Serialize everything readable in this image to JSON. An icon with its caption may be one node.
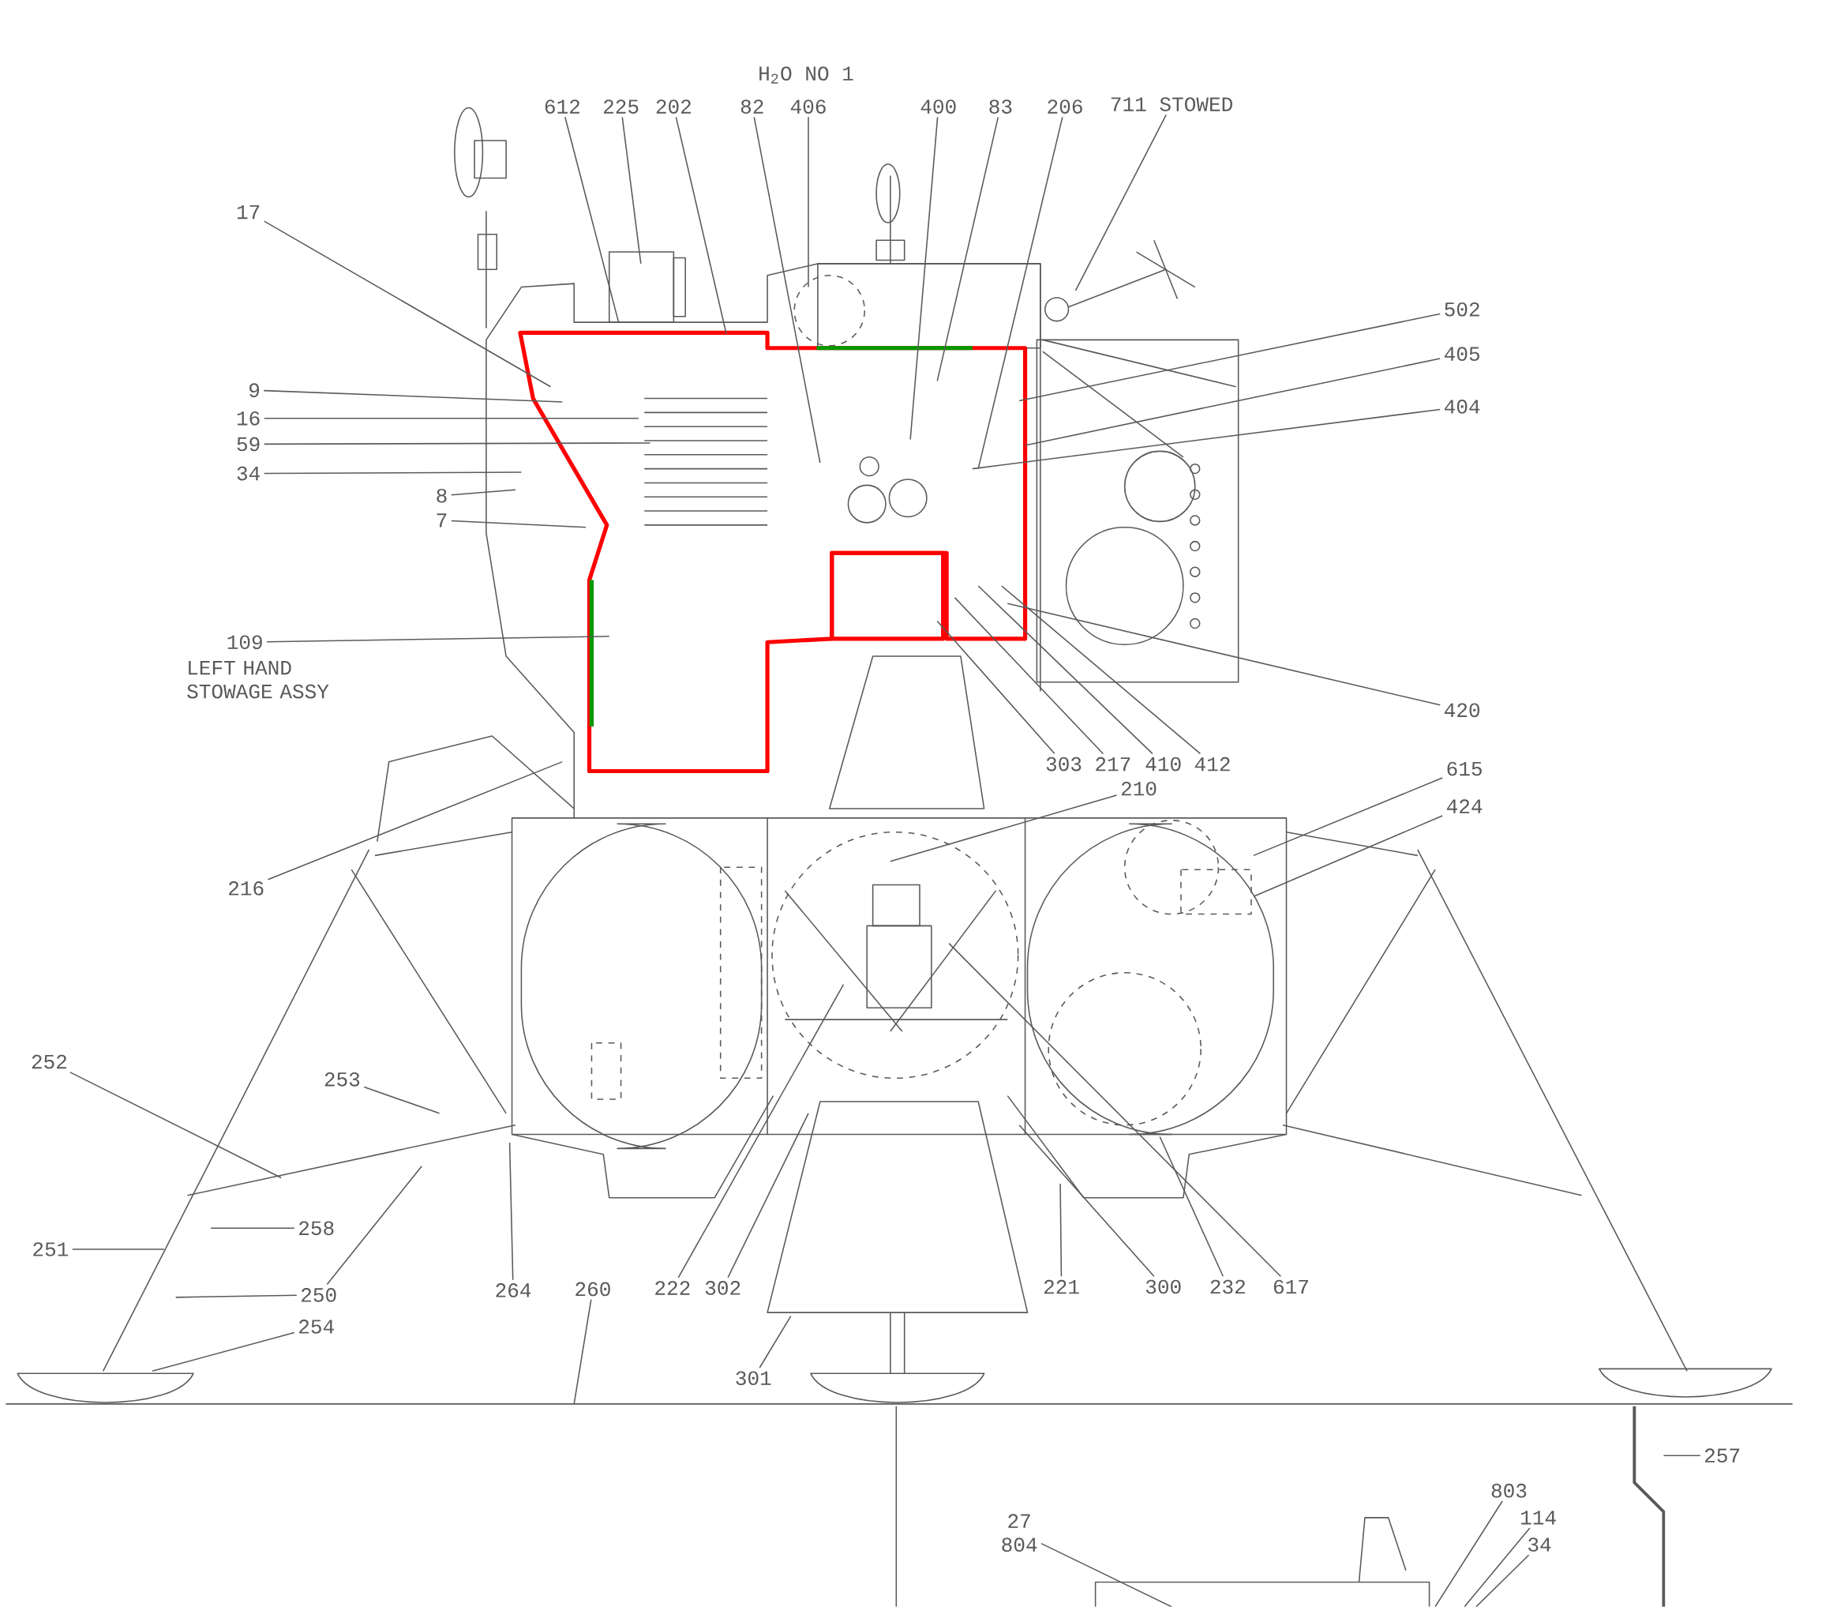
{
  "diagram": {
    "nodes": [
      {
        "text": [
          "612"
        ]
      },
      {
        "text": [
          "225"
        ]
      },
      {
        "text": [
          "202"
        ]
      },
      {
        "text": [
          "82"
        ]
      },
      {
        "text": [
          "406"
        ]
      },
      {
        "text": [
          "400"
        ]
      },
      {
        "text": [
          "83"
        ]
      },
      {
        "text": [
          "206"
        ]
      },
      {
        "text": [
          "711 STOWED"
        ]
      },
      {
        "text": [
          "17"
        ]
      },
      {
        "text": [
          "9"
        ]
      },
      {
        "text": [
          "16"
        ]
      },
      {
        "text": [
          "59"
        ]
      },
      {
        "text": [
          "34"
        ]
      },
      {
        "text": [
          "8"
        ]
      },
      {
        "text": [
          "7"
        ]
      },
      {
        "text": [
          "109"
        ]
      },
      {
        "text": [
          "216"
        ]
      },
      {
        "text": [
          "502"
        ]
      },
      {
        "text": [
          "405"
        ]
      },
      {
        "text": [
          "404"
        ]
      },
      {
        "text": [
          "420"
        ]
      },
      {
        "text": [
          "303"
        ]
      },
      {
        "text": [
          "217"
        ]
      },
      {
        "text": [
          "410"
        ]
      },
      {
        "text": [
          "412"
        ]
      },
      {
        "text": [
          "210"
        ]
      },
      {
        "text": [
          "615"
        ]
      },
      {
        "text": [
          "424"
        ]
      },
      {
        "text": [
          "252"
        ]
      },
      {
        "text": [
          "253"
        ]
      },
      {
        "text": [
          "251"
        ]
      },
      {
        "text": [
          "258"
        ]
      },
      {
        "text": [
          "250"
        ]
      },
      {
        "text": [
          "254"
        ]
      },
      {
        "text": [
          "264"
        ]
      },
      {
        "text": [
          "260"
        ]
      },
      {
        "text": [
          "222"
        ]
      },
      {
        "text": [
          "302"
        ]
      },
      {
        "text": [
          "221"
        ]
      },
      {
        "text": [
          "300"
        ]
      },
      {
        "text": [
          "232"
        ]
      },
      {
        "text": [
          "617"
        ]
      },
      {
        "text": [
          "301"
        ]
      },
      {
        "text": [
          "257"
        ]
      },
      {
        "text": [
          "27",
          "804"
        ]
      },
      {
        "text": [
          "803"
        ]
      },
      {
        "text": [
          "114"
        ]
      },
      {
        "text": [
          "34"
        ]
      }
    ],
    "edges": [
      {
        "from": 0,
        "to": null,
        "arrow": "none"
      },
      {
        "from": 1,
        "to": null,
        "arrow": "none"
      },
      {
        "from": 2,
        "to": null,
        "arrow": "none"
      },
      {
        "from": 3,
        "to": null,
        "arrow": "none"
      },
      {
        "from": 4,
        "to": null,
        "arrow": "none"
      },
      {
        "from": 5,
        "to": null,
        "arrow": "none"
      },
      {
        "from": 6,
        "to": null,
        "arrow": "none"
      },
      {
        "from": 7,
        "to": null,
        "arrow": "none"
      },
      {
        "from": 8,
        "to": null,
        "arrow": "none"
      },
      {
        "from": 9,
        "to": null,
        "arrow": "none"
      },
      {
        "from": 10,
        "to": null,
        "arrow": "none"
      },
      {
        "from": 11,
        "to": null,
        "arrow": "none"
      },
      {
        "from": 12,
        "to": null,
        "arrow": "none"
      },
      {
        "from": 13,
        "to": null,
        "arrow": "none"
      },
      {
        "from": 14,
        "to": null,
        "arrow": "none"
      },
      {
        "from": 15,
        "to": null,
        "arrow": "none"
      },
      {
        "from": 16,
        "to": null,
        "arrow": "none"
      },
      {
        "from": 17,
        "to": null,
        "arrow": "none"
      },
      {
        "from": 18,
        "to": null,
        "arrow": "none"
      },
      {
        "from": 19,
        "to": null,
        "arrow": "none"
      },
      {
        "from": 20,
        "to": null,
        "arrow": "none"
      },
      {
        "from": 21,
        "to": null,
        "arrow": "none"
      },
      {
        "from": 22,
        "to": null,
        "arrow": "none"
      },
      {
        "from": 23,
        "to": null,
        "arrow": "none"
      },
      {
        "from": 24,
        "to": null,
        "arrow": "none"
      },
      {
        "from": 25,
        "to": null,
        "arrow": "none"
      },
      {
        "from": 26,
        "to": null,
        "arrow": "none"
      },
      {
        "from": 27,
        "to": null,
        "arrow": "none"
      },
      {
        "from": 28,
        "to": null,
        "arrow": "none"
      },
      {
        "from": 29,
        "to": null,
        "arrow": "none"
      },
      {
        "from": 30,
        "to": null,
        "arrow": "none"
      },
      {
        "from": 31,
        "to": null,
        "arrow": "none"
      },
      {
        "from": 32,
        "to": null,
        "arrow": "none"
      },
      {
        "from": 33,
        "to": null,
        "arrow": "none"
      },
      {
        "from": 34,
        "to": null,
        "arrow": "none"
      },
      {
        "from": 35,
        "to": null,
        "arrow": "none"
      },
      {
        "from": 36,
        "to": null,
        "arrow": "none"
      },
      {
        "from": 37,
        "to": null,
        "arrow": "none"
      },
      {
        "from": 38,
        "to": null,
        "arrow": "none"
      },
      {
        "from": 39,
        "to": null,
        "arrow": "none"
      },
      {
        "from": 40,
        "to": null,
        "arrow": "none"
      },
      {
        "from": 41,
        "to": null,
        "arrow": "none"
      },
      {
        "from": 42,
        "to": null,
        "arrow": "none"
      },
      {
        "from": 43,
        "to": null,
        "arrow": "none"
      },
      {
        "from": 44,
        "to": null,
        "arrow": "none"
      },
      {
        "from": 45,
        "to": null,
        "arrow": "none"
      },
      {
        "from": 46,
        "to": null,
        "arrow": "none"
      },
      {
        "from": 47,
        "to": null,
        "arrow": "none"
      },
      {
        "from": 48,
        "to": null,
        "arrow": "none"
      },
      {
        "from": 33,
        "to": null,
        "arrow": "none"
      }
    ],
    "labels": [
      "H$_{2}$O NO 1",
      "LEFT HAND STOWAGE ASSY"
    ]
  }
}
